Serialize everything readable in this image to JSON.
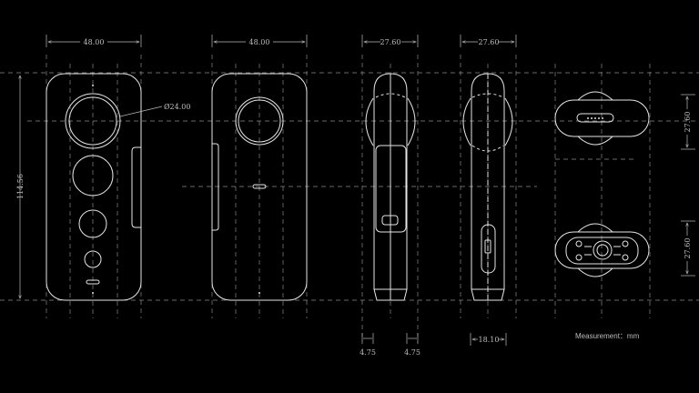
{
  "dimensions": {
    "front_width": "48.00",
    "back_width": "48.00",
    "side_left_depth": "27.60",
    "side_right_depth": "27.60",
    "height": "114.56",
    "lens_diameter": "Ø24.00",
    "top_view_depth": "27.60",
    "bottom_view_depth": "27.60",
    "bump_left": "4.75",
    "bump_right": "4.75",
    "port_width": "18.10"
  },
  "units_note": "Measurement：mm"
}
